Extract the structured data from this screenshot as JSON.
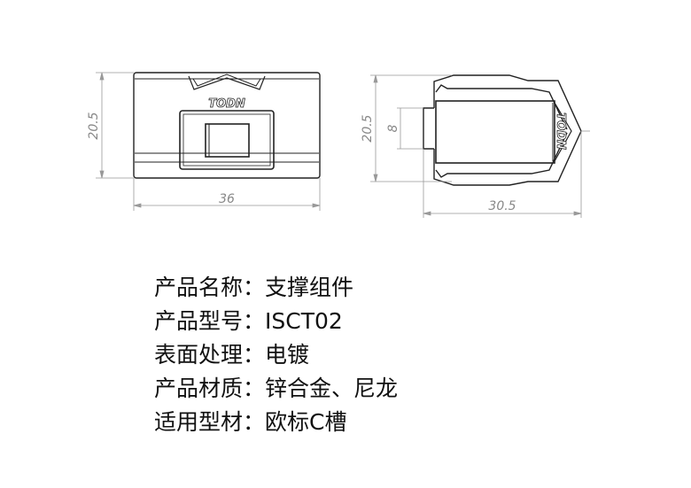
{
  "drawing": {
    "brand_logo": "TODN",
    "front_view": {
      "height_dim": "20.5",
      "width_dim": "36"
    },
    "side_view": {
      "height_dim": "20.5",
      "slot_dim": "8",
      "depth_dim": "30.5"
    }
  },
  "specs": [
    {
      "label": "产品名称",
      "sep": "：",
      "value": "支撑组件"
    },
    {
      "label": "产品型号",
      "sep": "：",
      "value": "ISCT02"
    },
    {
      "label": "表面处理",
      "sep": "：",
      "value": "电镀"
    },
    {
      "label": "产品材质",
      "sep": "：",
      "value": "锌合金、尼龙"
    },
    {
      "label": "适用型材",
      "sep": "：",
      "value": "欧标C槽"
    }
  ]
}
